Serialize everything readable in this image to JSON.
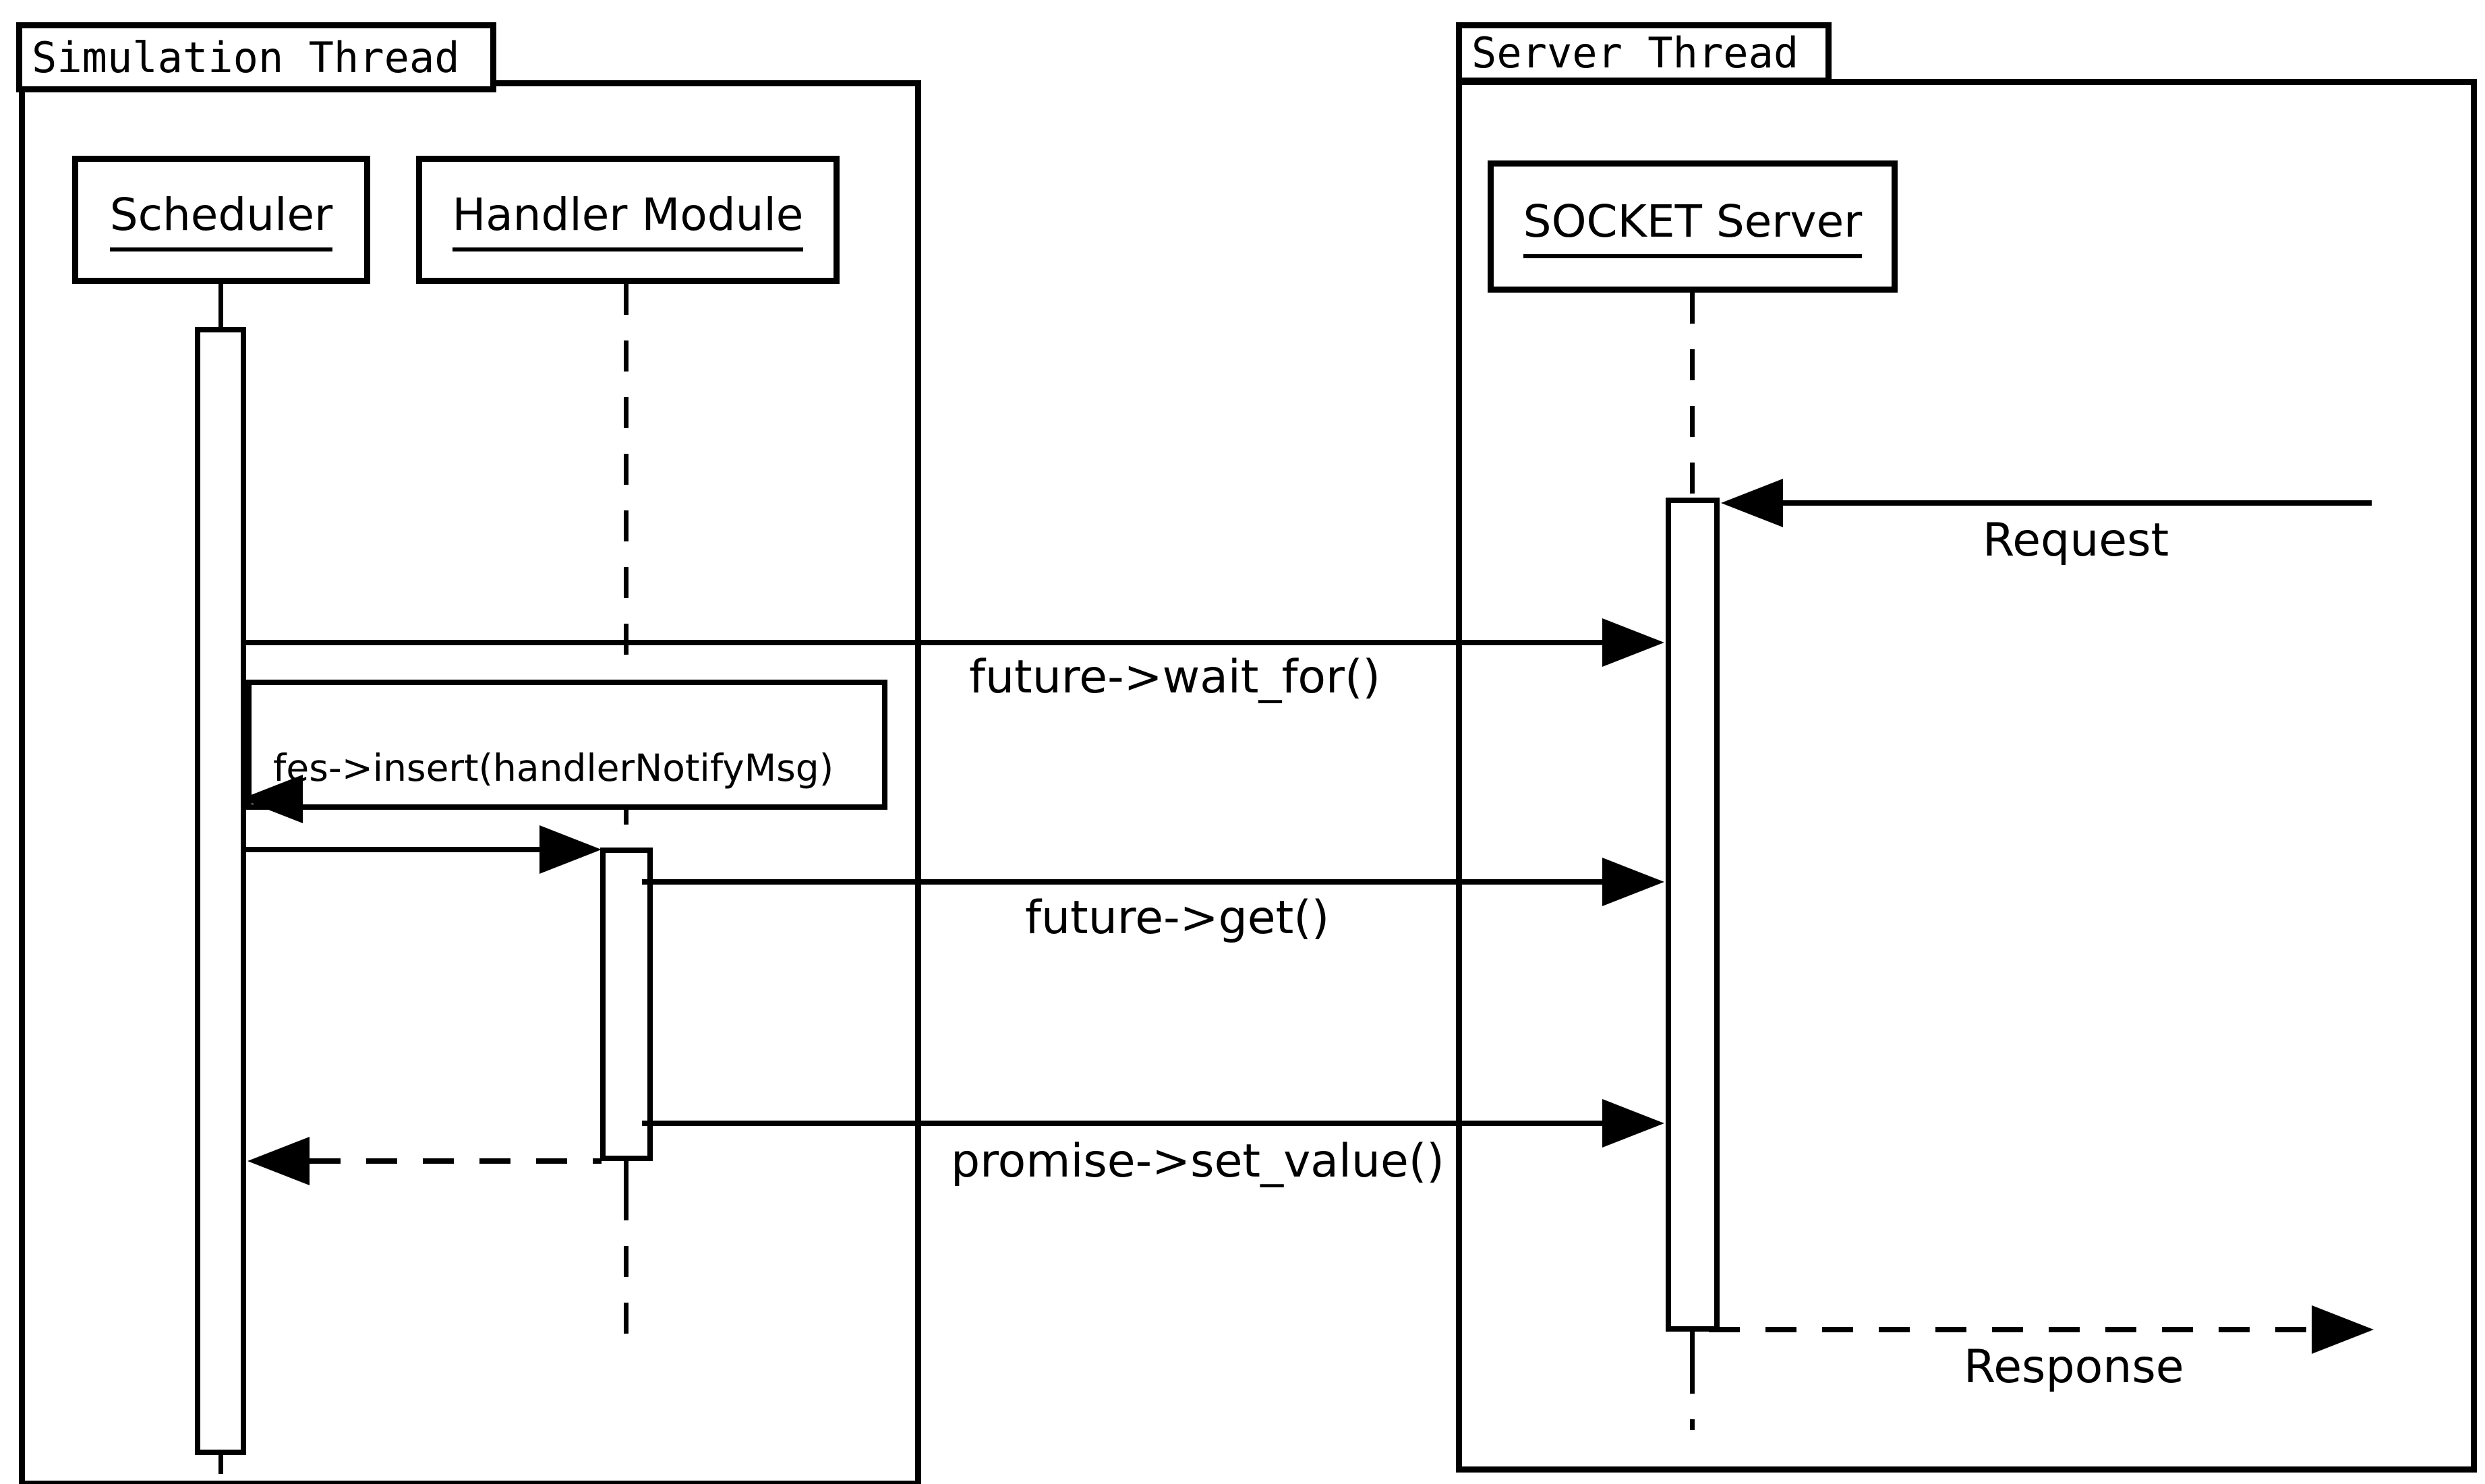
{
  "diagram": {
    "type": "uml-sequence-diagram",
    "colors": {
      "ink": "#000000",
      "paper": "#ffffff"
    },
    "frames": {
      "simulation": {
        "label": "Simulation Thread"
      },
      "server": {
        "label": "Server Thread"
      }
    },
    "lifelines": {
      "scheduler": {
        "label": "Scheduler"
      },
      "handler": {
        "label": "Handler Module"
      },
      "socket": {
        "label": "SOCKET Server"
      }
    },
    "messages": {
      "request": {
        "label": "Request",
        "style": "solid",
        "direction": "right-to-left"
      },
      "wait_for": {
        "label": "future->wait_for()",
        "style": "solid",
        "direction": "left-to-right"
      },
      "fes_insert": {
        "label": "fes->insert(handlerNotifyMsg)",
        "style": "solid-boxed",
        "direction": "right-to-left"
      },
      "call_handler": {
        "label": "",
        "style": "solid",
        "direction": "left-to-right"
      },
      "get": {
        "label": "future->get()",
        "style": "solid",
        "direction": "left-to-right"
      },
      "set_value": {
        "label": "promise->set_value()",
        "style": "solid",
        "direction": "left-to-right"
      },
      "return_to_scheduler": {
        "label": "",
        "style": "dashed",
        "direction": "right-to-left"
      },
      "response": {
        "label": "Response",
        "style": "dashed",
        "direction": "left-to-right"
      }
    }
  }
}
